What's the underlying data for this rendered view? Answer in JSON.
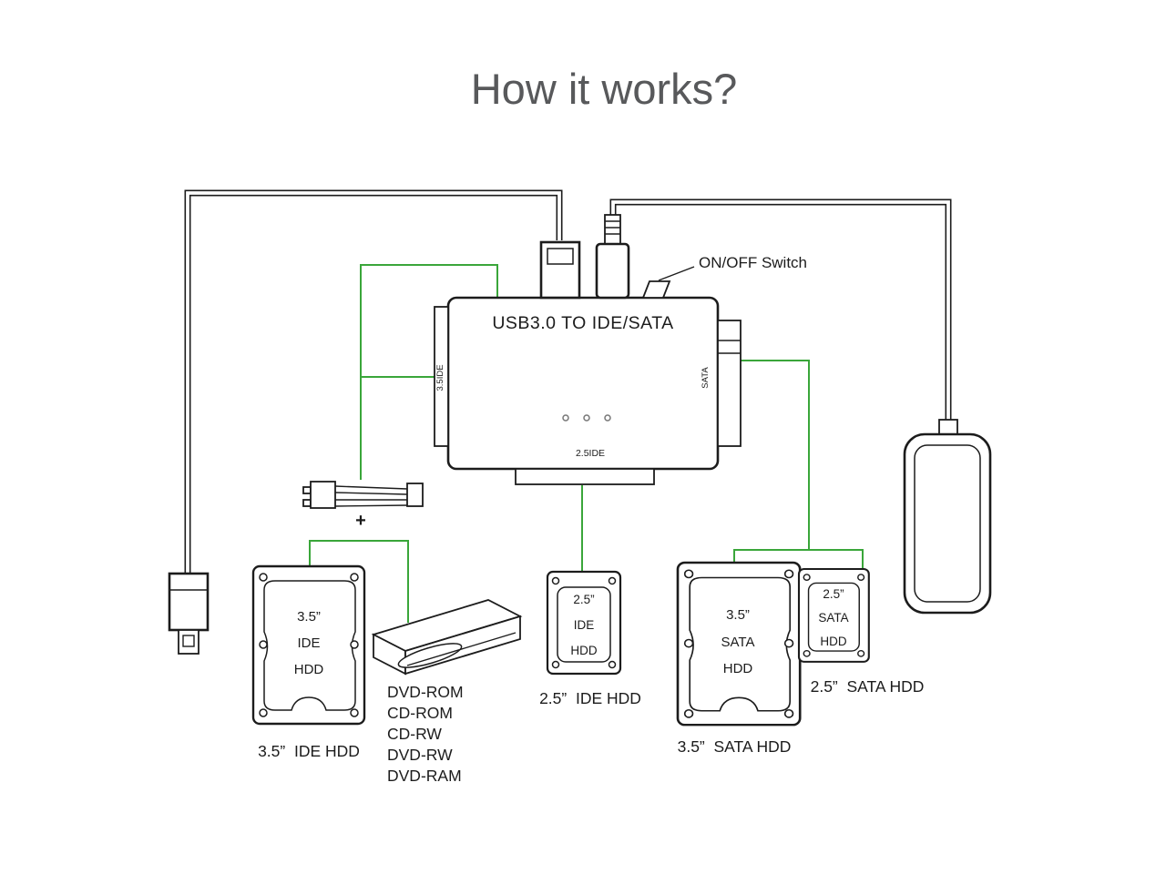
{
  "title": "How it works?",
  "adapter": {
    "label": "USB3.0 TO IDE/SATA",
    "port_ide35": "3.5IDE",
    "port_sata": "SATA",
    "port_ide25": "2.5IDE",
    "switch_label": "ON/OFF Switch",
    "power_plus": "+"
  },
  "drives": {
    "ide35": {
      "size": "3.5”",
      "bus": "IDE",
      "type": "HDD",
      "caption": "3.5”  IDE HDD"
    },
    "ide25": {
      "size": "2.5”",
      "bus": "IDE",
      "type": "HDD",
      "caption": "2.5”  IDE HDD"
    },
    "sata35": {
      "size": "3.5”",
      "bus": "SATA",
      "type": "HDD",
      "caption": "3.5”  SATA HDD"
    },
    "sata25": {
      "size": "2.5”",
      "bus": "SATA",
      "type": "HDD",
      "caption": "2.5”  SATA HDD"
    },
    "optical": {
      "caption_lines": [
        "DVD-ROM",
        "CD-ROM",
        "CD-RW",
        "DVD-RW",
        "DVD-RAM"
      ]
    }
  },
  "colors": {
    "connection_green": "#3aa63a",
    "line_black": "#1c1c1c",
    "title_gray": "#58595b"
  }
}
